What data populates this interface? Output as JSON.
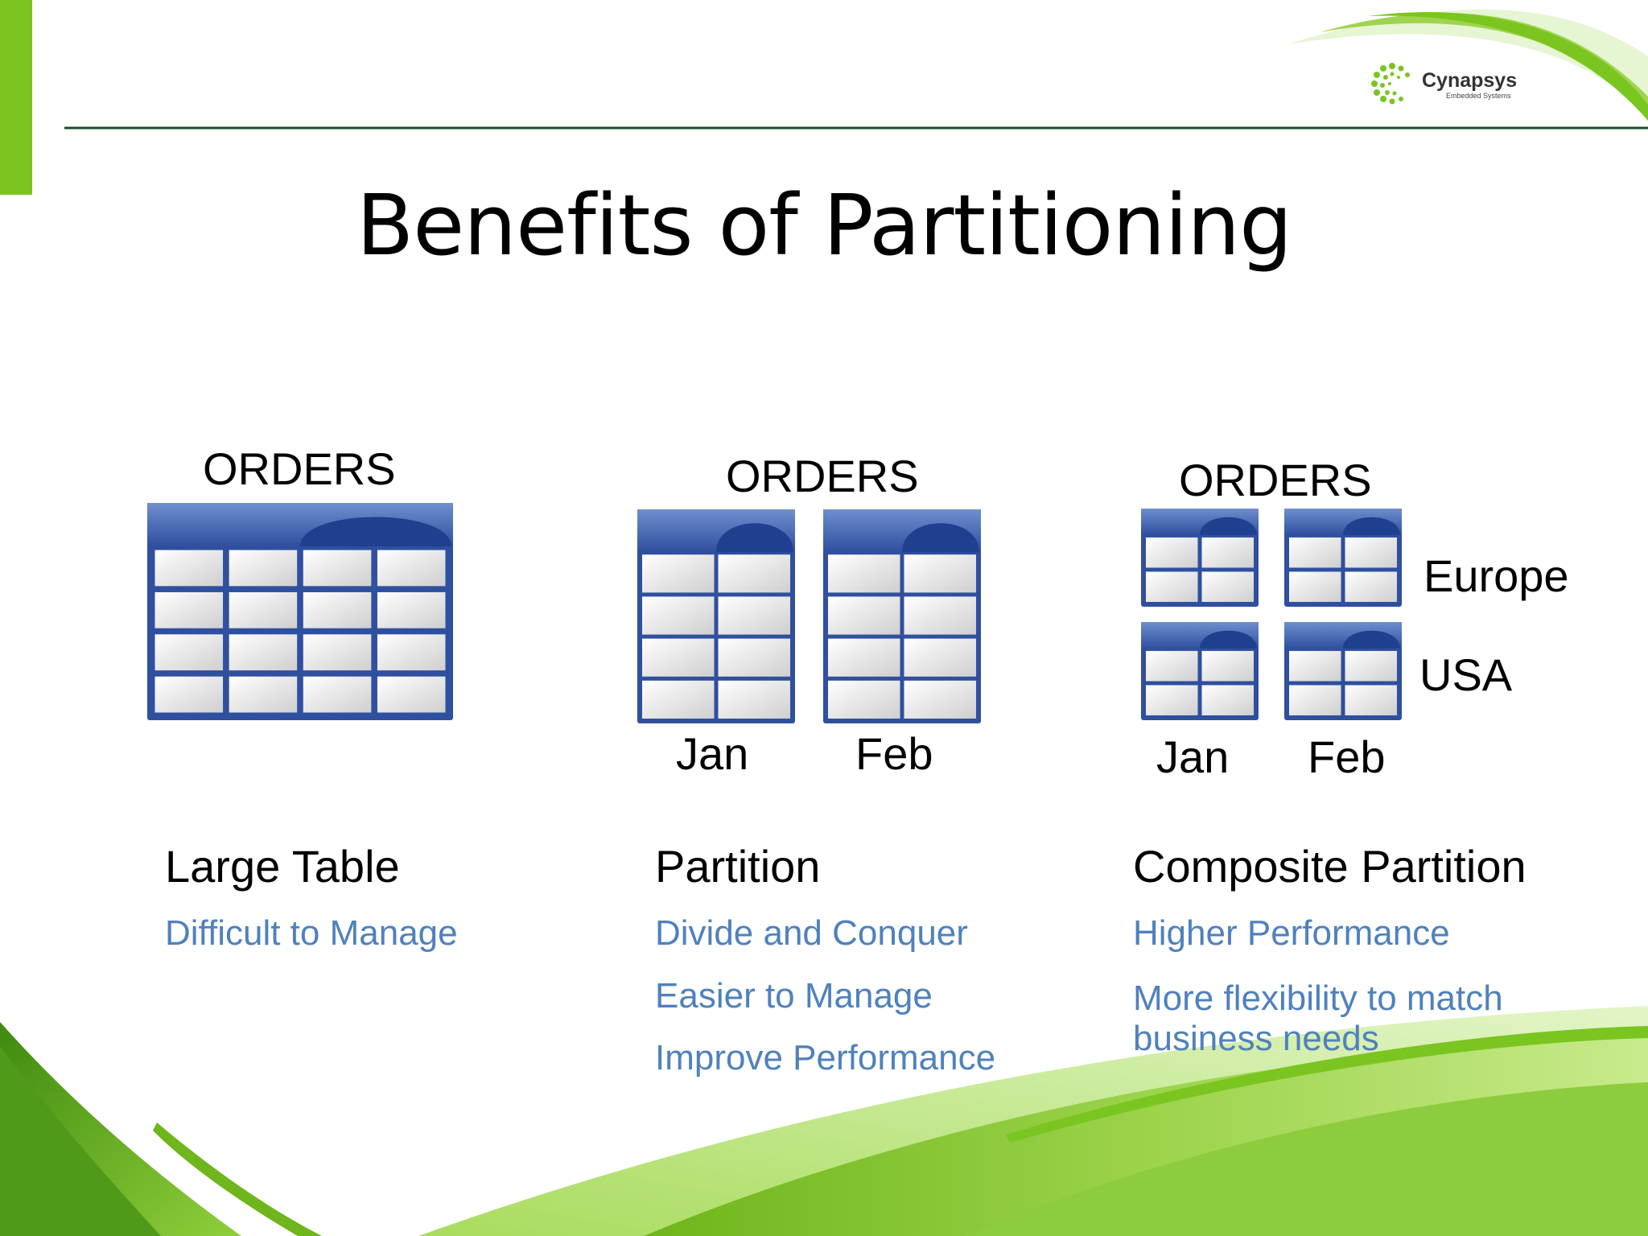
{
  "slide": {
    "title": "Benefits of Partitioning",
    "logo": {
      "name": "Cynapsys",
      "tagline": "Embedded Systems"
    },
    "colors": {
      "accent_green": "#7ac520",
      "table_blue": "#2f4f9f",
      "sub_text_blue": "#4f81bd"
    }
  },
  "columns": [
    {
      "table_label": "ORDERS",
      "heading": "Large Table",
      "points": [
        "Difficult to Manage"
      ]
    },
    {
      "table_label": "ORDERS",
      "partition_labels": [
        "Jan",
        "Feb"
      ],
      "heading": "Partition",
      "points": [
        "Divide and Conquer",
        "Easier to Manage",
        "Improve Performance"
      ]
    },
    {
      "table_label": "ORDERS",
      "partition_labels": [
        "Jan",
        "Feb"
      ],
      "subpartition_labels": [
        "Europe",
        "USA"
      ],
      "heading": "Composite Partition",
      "points": [
        "Higher Performance",
        "More flexibility to match business needs"
      ]
    }
  ]
}
